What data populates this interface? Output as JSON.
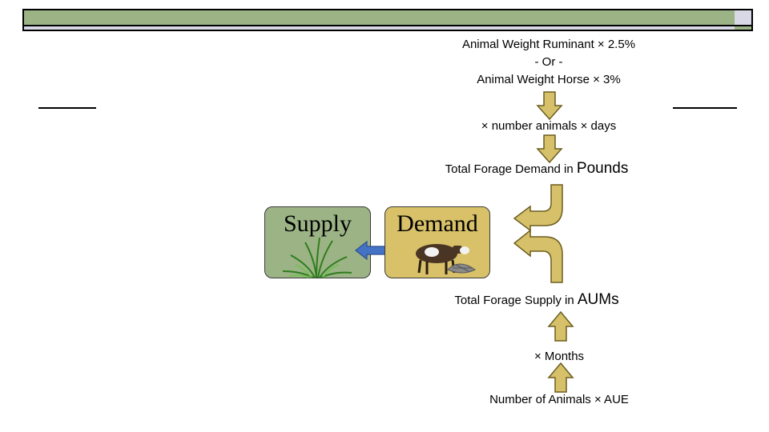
{
  "demand_chain": {
    "line1": "Animal Weight Ruminant × 2.5%",
    "line2": "- Or -",
    "line3": "Animal Weight Horse × 3%",
    "multiply": "× number animals × days",
    "total_prefix": "Total Forage Demand in ",
    "total_unit": "Pounds"
  },
  "supply_chain": {
    "total_prefix": "Total Forage Supply in ",
    "total_unit": "AUMs",
    "multiply": "× Months",
    "base": "Number of Animals × AUE"
  },
  "boxes": {
    "supply_label": "Supply",
    "demand_label": "Demand"
  },
  "colors": {
    "title_bar": "#9bb385",
    "supply_box": "#9bb385",
    "demand_box": "#d8c168",
    "arrow_fill": "#d6c16a",
    "arrow_stroke": "#6b5d1e",
    "double_arrow": "#4472c4"
  }
}
